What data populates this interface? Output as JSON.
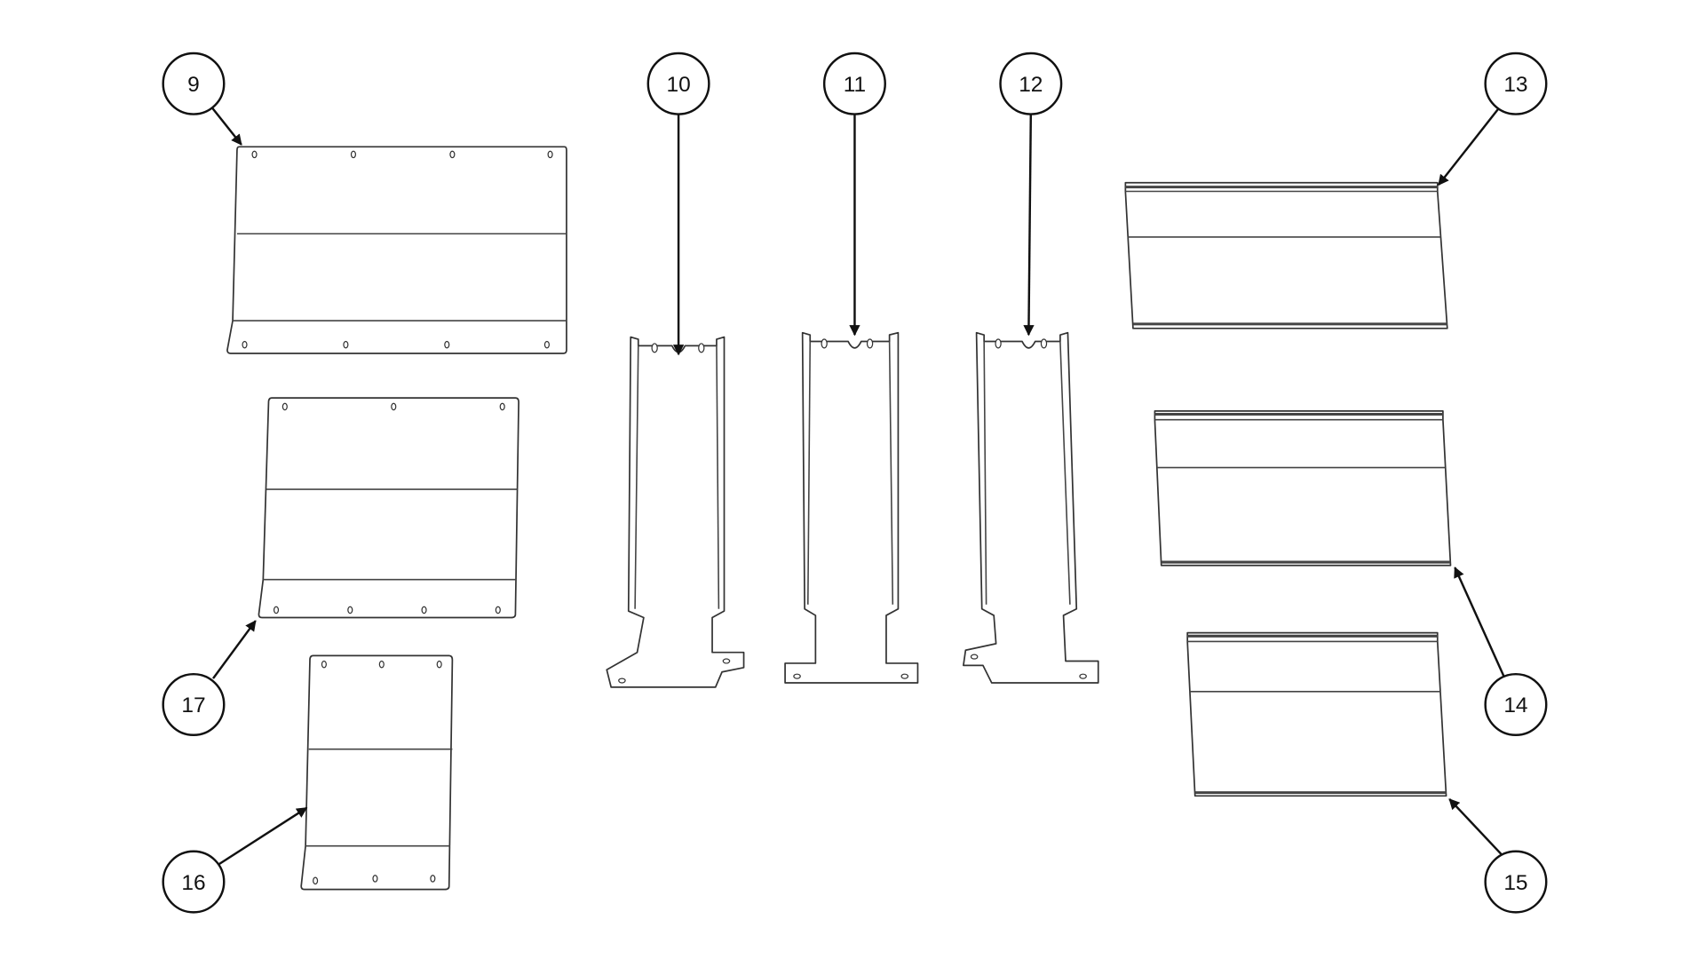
{
  "diagram": {
    "callouts": [
      {
        "label": "9",
        "part": "panel-large-left"
      },
      {
        "label": "10",
        "part": "post-left"
      },
      {
        "label": "11",
        "part": "post-center"
      },
      {
        "label": "12",
        "part": "post-right"
      },
      {
        "label": "13",
        "part": "channel-top-right"
      },
      {
        "label": "14",
        "part": "channel-middle-right"
      },
      {
        "label": "15",
        "part": "channel-bottom-right"
      },
      {
        "label": "16",
        "part": "panel-small-left"
      },
      {
        "label": "17",
        "part": "panel-medium-left"
      }
    ],
    "colors": {
      "line": "#333333",
      "background": "#ffffff"
    }
  }
}
